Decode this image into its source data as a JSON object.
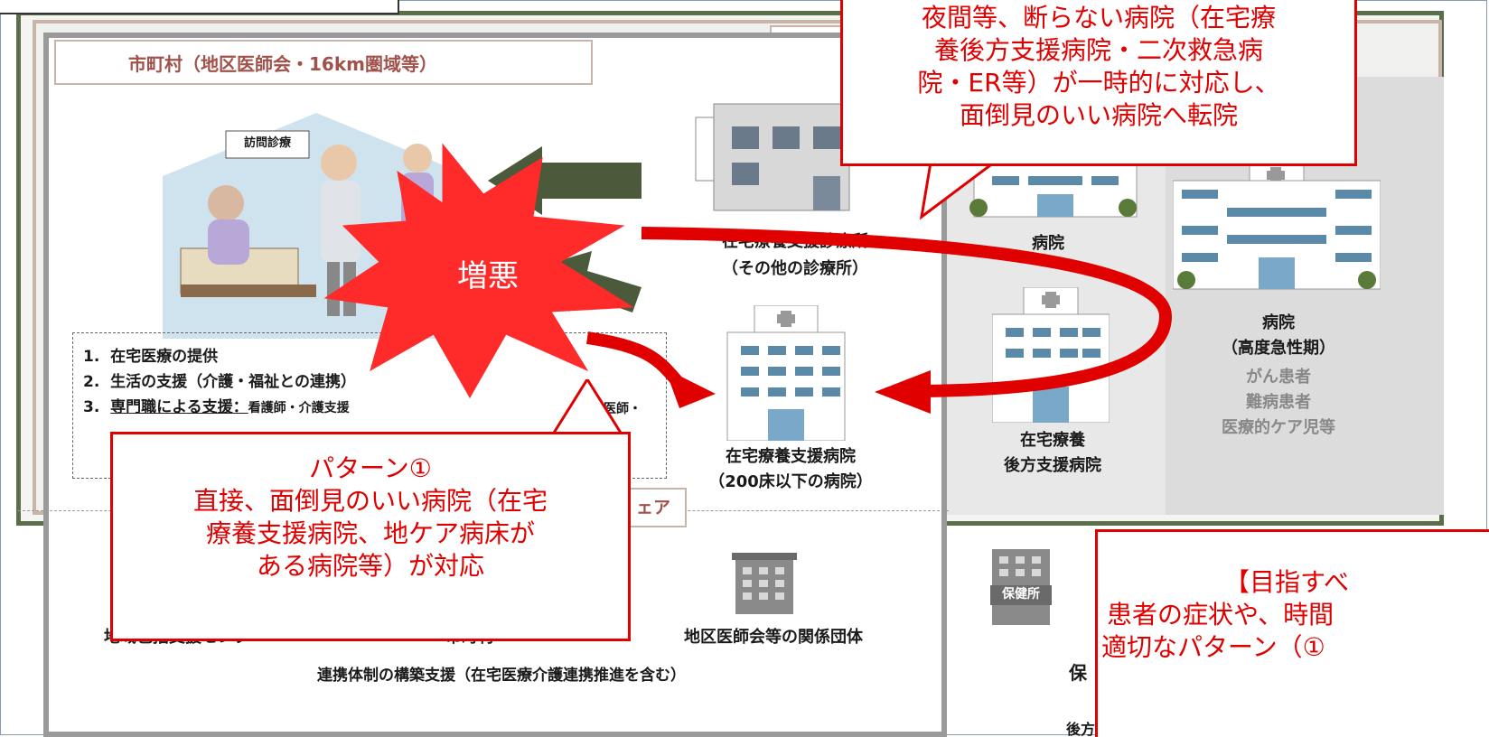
{
  "region": {
    "title": "市町村（地区医師会・16km圏域等）"
  },
  "home_care": {
    "house_sign": "訪問診療"
  },
  "facilities": {
    "clinic_line1": "在宅療養支援診療所",
    "clinic_line2": "（その他の診療所）",
    "support_hospital_line1": "在宅療養支援病院",
    "support_hospital_line2": "（200床以下の病院）",
    "hospital": "病院",
    "backup_hospital_line1": "在宅療養",
    "backup_hospital_line2": "後方支援病院",
    "acute_hospital_line1": "病院",
    "acute_hospital_line2": "（高度急性期）",
    "acute_targets": [
      "がん患者",
      "難病患者",
      "医療的ケア児等"
    ]
  },
  "burst": {
    "label": "増悪"
  },
  "support_list": {
    "items": [
      {
        "num": "1.",
        "text": "在宅医療の提供"
      },
      {
        "num": "2.",
        "text": "生活の支援（介護・福祉との連携）"
      },
      {
        "num": "3.",
        "text": "専門職による支援：",
        "detail": "看護師・介護支援",
        "detail2": "歯科医師・"
      }
    ]
  },
  "bottom_section": {
    "tag_fragment": "ェア",
    "org1": "地域包括支援センター",
    "org2": "市町村",
    "org3": "地区医師会等の関係団体",
    "footer": "連携体制の構築支援（在宅医療介護連携推進を含む）",
    "health_center_sign": "保健所",
    "health_center_fragment": "保",
    "fragment_bottom": "後方支"
  },
  "callouts": {
    "night": {
      "line1": "夜間等、断らない病院（在宅療",
      "line2": "養後方支援病院・二次救急病",
      "line3": "院・ER等）が一時的に対応し、",
      "line4": "面倒見のいい病院へ転院"
    },
    "pattern1": {
      "line1": "パターン①",
      "line2": "直接、面倒見のいい病院（在宅",
      "line3": "療養支援病院、地ケア病床が",
      "line4": "ある病院等）が対応"
    },
    "goal": {
      "line1": "【目指すべ",
      "line2": "患者の症状や、時間",
      "line3": "適切なパターン（①"
    }
  },
  "colors": {
    "callout_red": "#e00000",
    "arrow_green": "#4a5a3a",
    "title_brown": "#a0524a"
  }
}
